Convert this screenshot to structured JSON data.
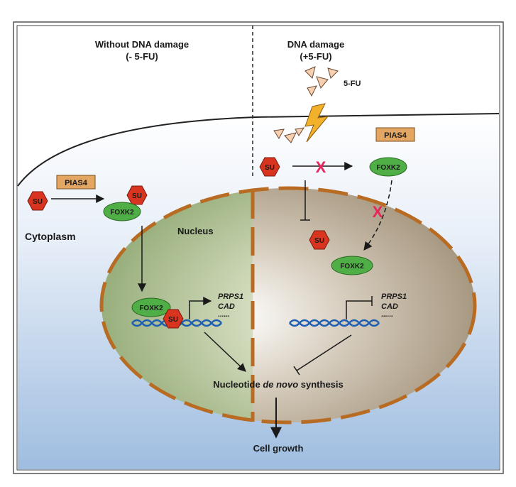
{
  "panels": {
    "left_title_1": "Without DNA damage",
    "left_title_2": "(- 5-FU)",
    "right_title_1": "DNA damage",
    "right_title_2": "(+5-FU)"
  },
  "labels": {
    "cytoplasm": "Cytoplasm",
    "nucleus": "Nucleus",
    "drug": "5-FU",
    "pias4": "PIAS4",
    "su": "SU",
    "foxk2": "FOXK2",
    "prps1": "PRPS1",
    "cad": "CAD",
    "dots": "......",
    "synthesis_pre": "Nucleotide ",
    "synthesis_ital": "de novo",
    "synthesis_post": " synthesis",
    "cell_growth": "Cell growth",
    "block_mark": "X"
  },
  "colors": {
    "foxk2_green": "#4fae45",
    "su_red": "#d8341f",
    "pias4_orange": "#e3a663",
    "block_x": "#e8245a",
    "membrane_brown": "#b86b22",
    "dna_blue": "#1e5fb0",
    "lightning_yellow": "#f2b12b"
  }
}
